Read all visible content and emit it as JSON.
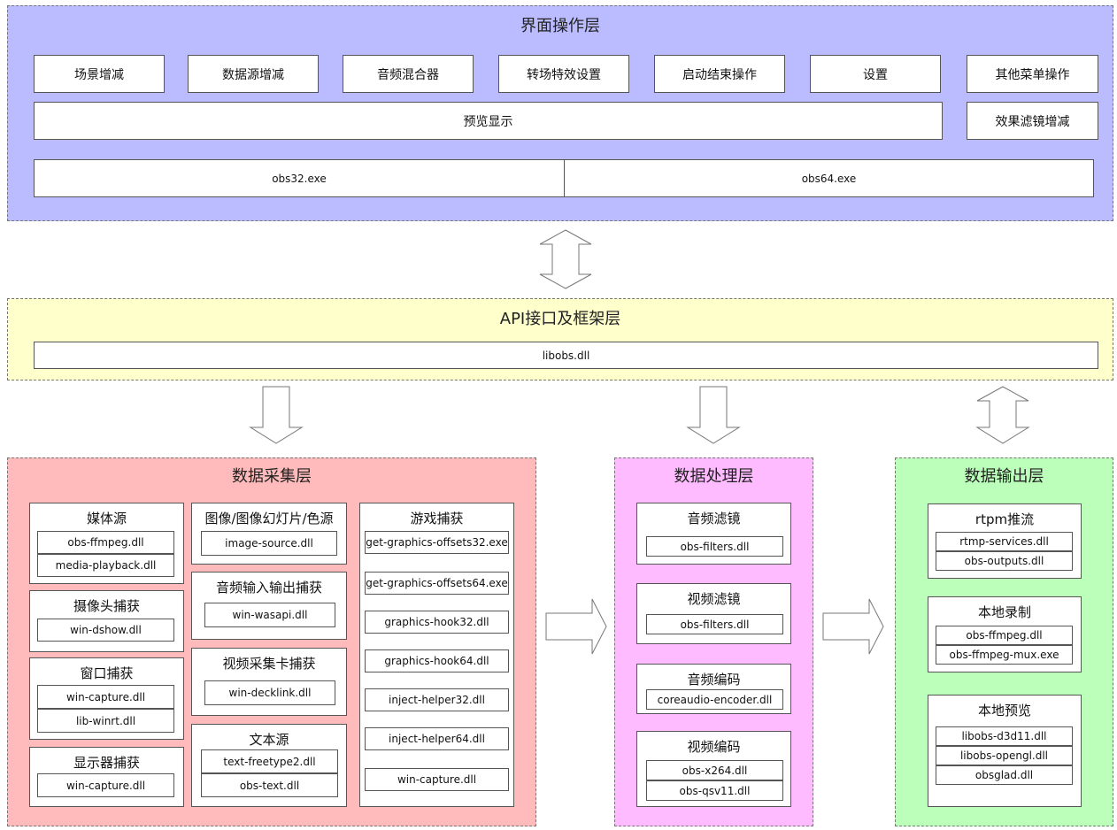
{
  "ui_layer": {
    "title": "界面操作层",
    "buttons": [
      "场景增减",
      "数据源增减",
      "音频混合器",
      "转场特效设置",
      "启动结束操作",
      "设置",
      "其他菜单操作"
    ],
    "preview": "预览显示",
    "filters": "效果滤镜增减",
    "exe32": "obs32.exe",
    "exe64": "obs64.exe"
  },
  "api_layer": {
    "title": "API接口及框架层",
    "lib": "libobs.dll"
  },
  "capture_layer": {
    "title": "数据采集层",
    "media": {
      "title": "媒体源",
      "dlls": [
        "obs-ffmpeg.dll",
        "media-playback.dll"
      ]
    },
    "camera": {
      "title": "摄像头捕获",
      "dlls": [
        "win-dshow.dll"
      ]
    },
    "window": {
      "title": "窗口捕获",
      "dlls": [
        "win-capture.dll",
        "lib-winrt.dll"
      ]
    },
    "display": {
      "title": "显示器捕获",
      "dlls": [
        "win-capture.dll"
      ]
    },
    "image": {
      "title": "图像/图像幻灯片/色源",
      "dlls": [
        "image-source.dll"
      ]
    },
    "audio_io": {
      "title": "音频输入输出捕获",
      "dlls": [
        "win-wasapi.dll"
      ]
    },
    "capture_card": {
      "title": "视频采集卡捕获",
      "dlls": [
        "win-decklink.dll"
      ]
    },
    "text": {
      "title": "文本源",
      "dlls": [
        "text-freetype2.dll",
        "obs-text.dll"
      ]
    },
    "game": {
      "title": "游戏捕获",
      "dlls": [
        "get-graphics-offsets32.exe",
        "get-graphics-offsets64.exe",
        "graphics-hook32.dll",
        "graphics-hook64.dll",
        "inject-helper32.dll",
        "inject-helper64.dll",
        "win-capture.dll"
      ]
    }
  },
  "process_layer": {
    "title": "数据处理层",
    "audio_filter": {
      "title": "音频滤镜",
      "dlls": [
        "obs-filters.dll"
      ]
    },
    "video_filter": {
      "title": "视频滤镜",
      "dlls": [
        "obs-filters.dll"
      ]
    },
    "audio_encode": {
      "title": "音频编码",
      "dlls": [
        "coreaudio-encoder.dll"
      ]
    },
    "video_encode": {
      "title": "视频编码",
      "dlls": [
        "obs-x264.dll",
        "obs-qsv11.dll"
      ]
    }
  },
  "output_layer": {
    "title": "数据输出层",
    "rtmp": {
      "title": "rtpm推流",
      "dlls": [
        "rtmp-services.dll",
        "obs-outputs.dll"
      ]
    },
    "record": {
      "title": "本地录制",
      "dlls": [
        "obs-ffmpeg.dll",
        "obs-ffmpeg-mux.exe"
      ]
    },
    "preview": {
      "title": "本地预览",
      "dlls": [
        "libobs-d3d11.dll",
        "libobs-opengl.dll",
        "obsglad.dll"
      ]
    }
  },
  "colors": {
    "ui": "#bbbbff",
    "api": "#ffffcc",
    "capture": "#ffbbbb",
    "process": "#ffbbff",
    "output": "#bbffbb"
  }
}
